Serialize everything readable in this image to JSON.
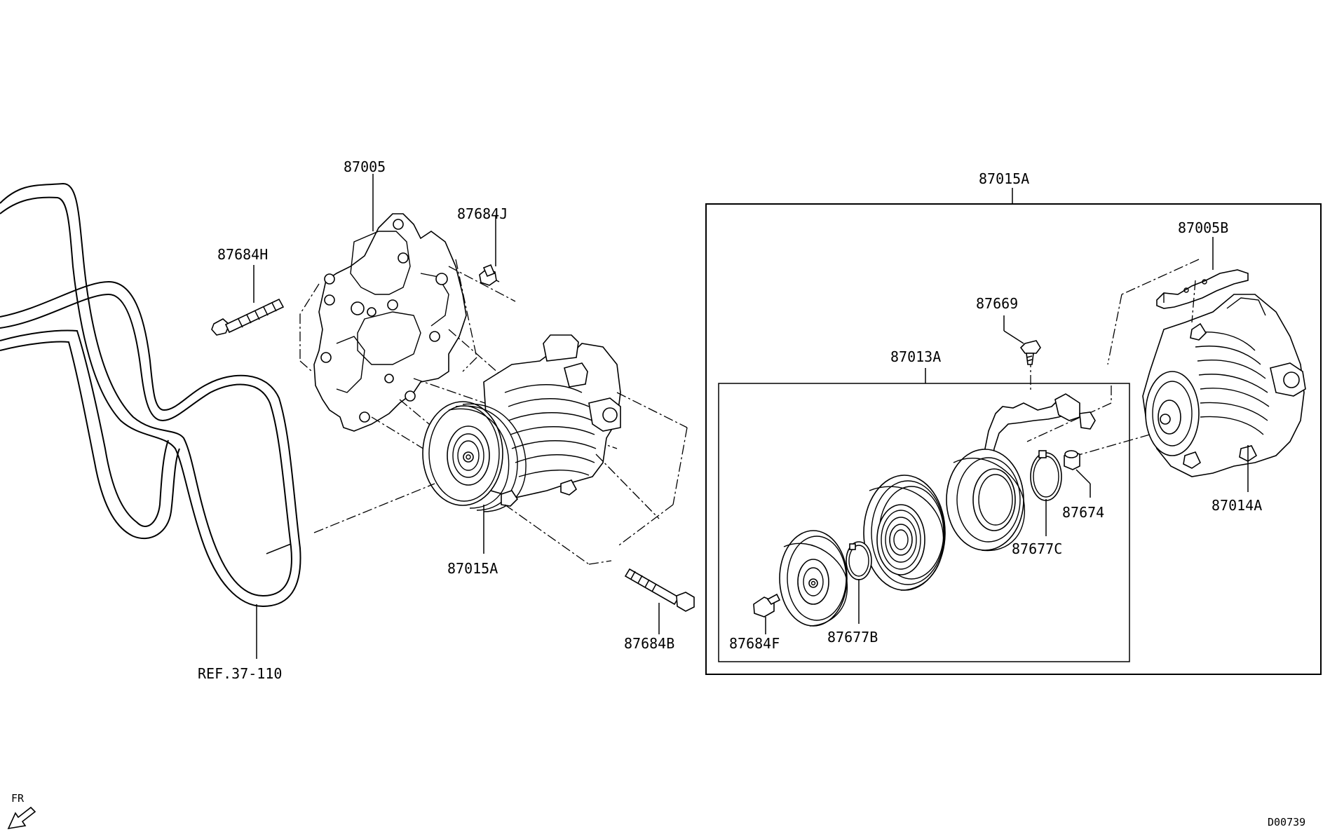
{
  "labels": {
    "bracket": "87005",
    "bolt_h": "87684H",
    "bolt_j": "87684J",
    "compressor_left": "87015A",
    "bolt_b": "87684B",
    "belt_ref": "REF.37-110",
    "kit_box": "87015A",
    "bracket_b": "87005B",
    "screw": "87669",
    "clutch_kit": "87013A",
    "compressor_body": "87014A",
    "valve": "87674",
    "snap_ring_c": "87677C",
    "snap_ring_b": "87677B",
    "bolt_f": "87684F",
    "front_indicator": "FR",
    "diagram_code": "D00739"
  },
  "icons": [
    "front-arrow-icon"
  ]
}
